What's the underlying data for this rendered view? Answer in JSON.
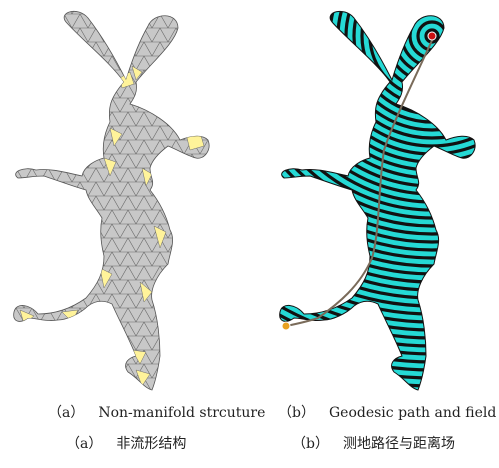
{
  "panel_a": {
    "label": "（a）",
    "caption_en": "Non-manifold strcuture",
    "caption_zh": "非流形结构",
    "mesh_color": "#c8c8c8",
    "edge_color": "#6a6a6a",
    "highlight_color": "#fff39a"
  },
  "panel_b": {
    "label": "（b）",
    "caption_en": "Geodesic path and field",
    "caption_zh": "测地路径与距离场",
    "field_color": "#25d9d5",
    "stripe_color": "#111111",
    "path_color": "#7a6b5a",
    "source_point_color": "#cc1111",
    "target_point_color": "#e8a020"
  }
}
